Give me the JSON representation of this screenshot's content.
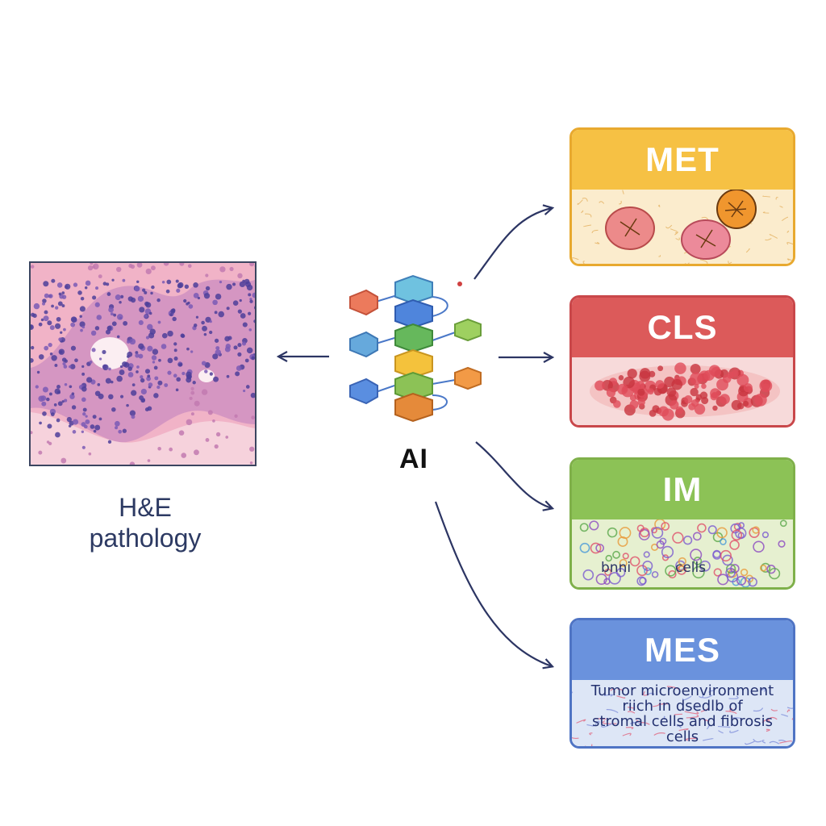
{
  "pathology": {
    "caption_line1": "H&E",
    "caption_line2": "pathology"
  },
  "center": {
    "label": "AI"
  },
  "cards": {
    "met": {
      "title": "MET",
      "color": "#f6c144",
      "body_color": "#fbeccd"
    },
    "cls": {
      "title": "CLS",
      "color": "#dc5a5a",
      "body_color": "#f7dada"
    },
    "im": {
      "title": "IM",
      "color": "#8cc256",
      "body_color": "#e6f0d0",
      "note_left": "bnni",
      "note_right": "cells"
    },
    "mes": {
      "title": "MES",
      "color": "#6a92dd",
      "body_color": "#dde6f6",
      "text_lines": [
        "Tumor microenvironment",
        "riich    in  dsedlb       of",
        "stromal cells and fibrosis",
        "cells"
      ]
    }
  },
  "colors": {
    "arrow": "#2c3563",
    "tissue_pink": "#f3b6c8",
    "nuclei_purple": "#5a4aa0"
  },
  "icons": [
    "hexagon-network-icon",
    "arrow-icon"
  ]
}
